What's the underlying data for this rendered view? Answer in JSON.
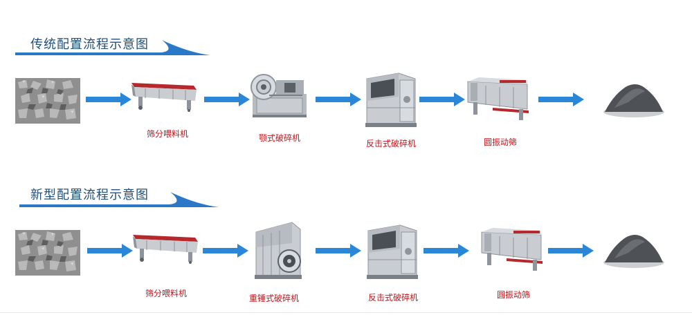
{
  "flows": [
    {
      "title": "传统配置流程示意图",
      "steps": [
        {
          "kind": "stone",
          "label": ""
        },
        {
          "kind": "feeder",
          "label": "筛分喂料机",
          "icon": "vibrating-feeder-icon"
        },
        {
          "kind": "jaw",
          "label": "颚式破碎机",
          "icon": "jaw-crusher-icon"
        },
        {
          "kind": "impact",
          "label": "反击式破碎机",
          "icon": "impact-crusher-icon"
        },
        {
          "kind": "screen",
          "label": "圆振动筛",
          "icon": "vibrating-screen-icon"
        },
        {
          "kind": "sand",
          "label": ""
        }
      ]
    },
    {
      "title": "新型配置流程示意图",
      "steps": [
        {
          "kind": "stone",
          "label": ""
        },
        {
          "kind": "feeder",
          "label": "筛分喂料机",
          "icon": "vibrating-feeder-icon"
        },
        {
          "kind": "hammer",
          "label": "重锤式破碎机",
          "icon": "hammer-crusher-icon"
        },
        {
          "kind": "impact",
          "label": "反击式破碎机",
          "icon": "impact-crusher-icon"
        },
        {
          "kind": "screen",
          "label": "圆振动筛",
          "icon": "vibrating-screen-icon"
        },
        {
          "kind": "sand",
          "label": ""
        }
      ]
    }
  ],
  "colors": {
    "title": "#1f4f7a",
    "swoosh": "#2a78c8",
    "arrow": "#2a86d6",
    "label": "#c0141c",
    "machine": "#c9cdd2",
    "machine_dark": "#8e949b",
    "feeder_red": "#b5282c"
  }
}
